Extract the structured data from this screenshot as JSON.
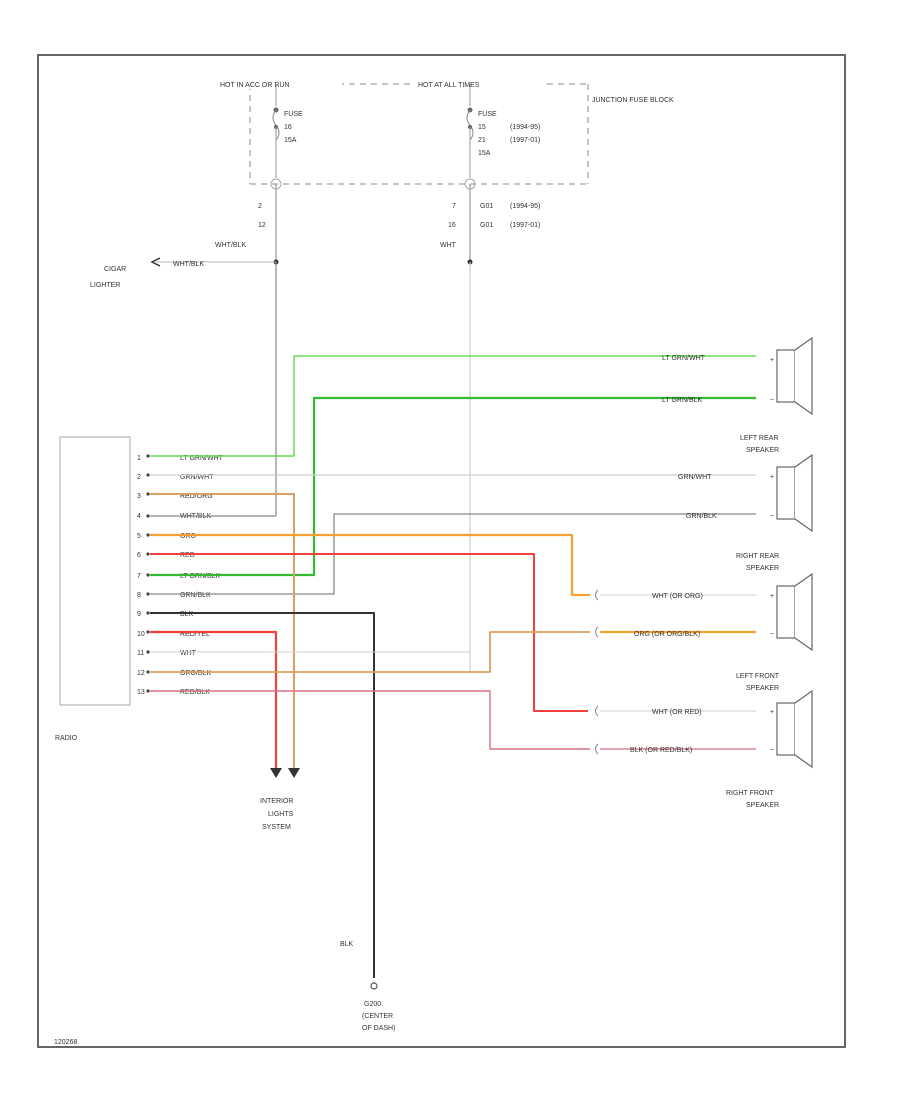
{
  "fuse_block": {
    "hot_left": "HOT IN ACC OR RUN",
    "hot_right": "HOT AT ALL TIMES",
    "name": "JUNCTION FUSE BLOCK",
    "fuse_left": {
      "word": "FUSE",
      "num": "16",
      "rating": "15A"
    },
    "fuse_right": {
      "word": "FUSE",
      "num1": "15",
      "yr1": "(1994-95)",
      "num2": "21",
      "yr2": "(1997-01)",
      "rating": "15A"
    }
  },
  "connectors": {
    "left_pin1": "2",
    "left_pin2": "12",
    "left_wire": "WHT/BLK",
    "right_pin1": "7",
    "right_code1": "G01",
    "right_yr1": "(1994-95)",
    "right_pin2": "16",
    "right_code2": "G01",
    "right_yr2": "(1997-01)",
    "right_wire": "WHT"
  },
  "cigar": {
    "line1": "CIGAR",
    "line2": "LIGHTER",
    "wire": "WHT/BLK"
  },
  "radio": {
    "label": "RADIO",
    "pins": [
      {
        "pin": "1",
        "wire": "LT GRN/WHT"
      },
      {
        "pin": "2",
        "wire": "GRN/WHT"
      },
      {
        "pin": "3",
        "wire": "RED/ORG"
      },
      {
        "pin": "4",
        "wire": "WHT/BLK"
      },
      {
        "pin": "5",
        "wire": "ORG"
      },
      {
        "pin": "6",
        "wire": "RED"
      },
      {
        "pin": "7",
        "wire": "LT GRN/BLK"
      },
      {
        "pin": "8",
        "wire": "GRN/BLK"
      },
      {
        "pin": "9",
        "wire": "BLK"
      },
      {
        "pin": "10",
        "wire": "RED/YEL"
      },
      {
        "pin": "11",
        "wire": "WHT"
      },
      {
        "pin": "12",
        "wire": "ORG/BLK"
      },
      {
        "pin": "13",
        "wire": "RED/BLK"
      }
    ]
  },
  "speakers": {
    "left_rear": {
      "line1": "LEFT REAR",
      "line2": "SPEAKER",
      "wire_a": "LT GRN/WHT",
      "wire_b": "LT GRN/BLK"
    },
    "right_rear": {
      "line1": "RIGHT REAR",
      "line2": "SPEAKER",
      "wire_a": "GRN/WHT",
      "wire_b": "GRN/BLK"
    },
    "left_front": {
      "line1": "LEFT FRONT",
      "line2": "SPEAKER",
      "wire_a": "WHT (OR ORG)",
      "wire_b": "ORG (OR ORG/BLK)"
    },
    "right_front": {
      "line1": "RIGHT FRONT",
      "line2": "SPEAKER",
      "wire_a": "WHT (OR RED)",
      "wire_b": "BLK (OR RED/BLK)"
    }
  },
  "interior": {
    "line1": "INTERIOR",
    "line2": "LIGHTS",
    "line3": "SYSTEM"
  },
  "ground": {
    "wire": "BLK",
    "line1": "G200",
    "line2": "(CENTER",
    "line3": "OF DASH)"
  },
  "figure_id": "120268",
  "colors": {
    "lt_green": "#66dd55",
    "green": "#33bb33",
    "orange": "#f5a030",
    "tan_orange": "#d9a060",
    "red": "#f04040",
    "pink_red": "#d87080",
    "gray": "#888888",
    "light_gray": "#cfcfcf",
    "black": "#333333"
  }
}
